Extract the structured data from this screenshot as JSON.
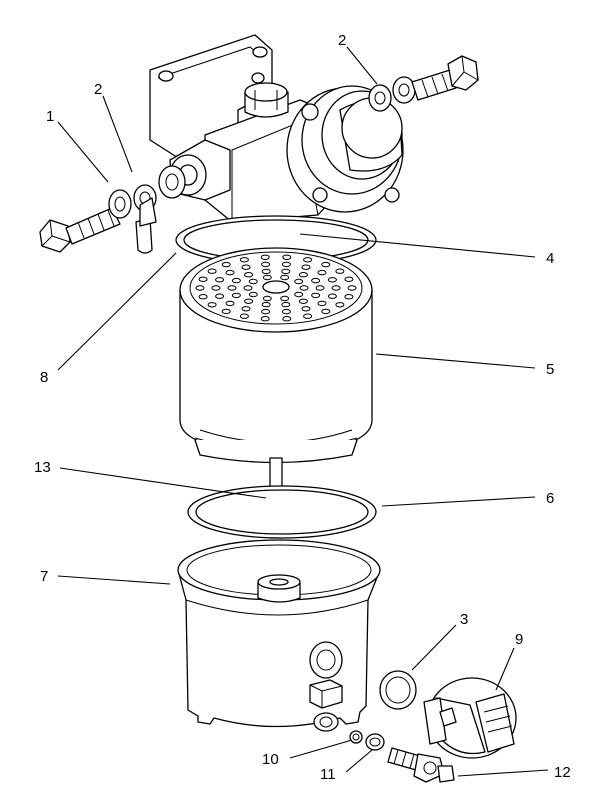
{
  "callouts": {
    "c1": "1",
    "c2a": "2",
    "c2b": "2",
    "c3": "3",
    "c4": "4",
    "c5": "5",
    "c6": "6",
    "c7": "7",
    "c8": "8",
    "c9": "9",
    "c10": "10",
    "c11": "11",
    "c12": "12",
    "c13": "13"
  },
  "colors": {
    "line": "#000000",
    "background": "#ffffff"
  }
}
